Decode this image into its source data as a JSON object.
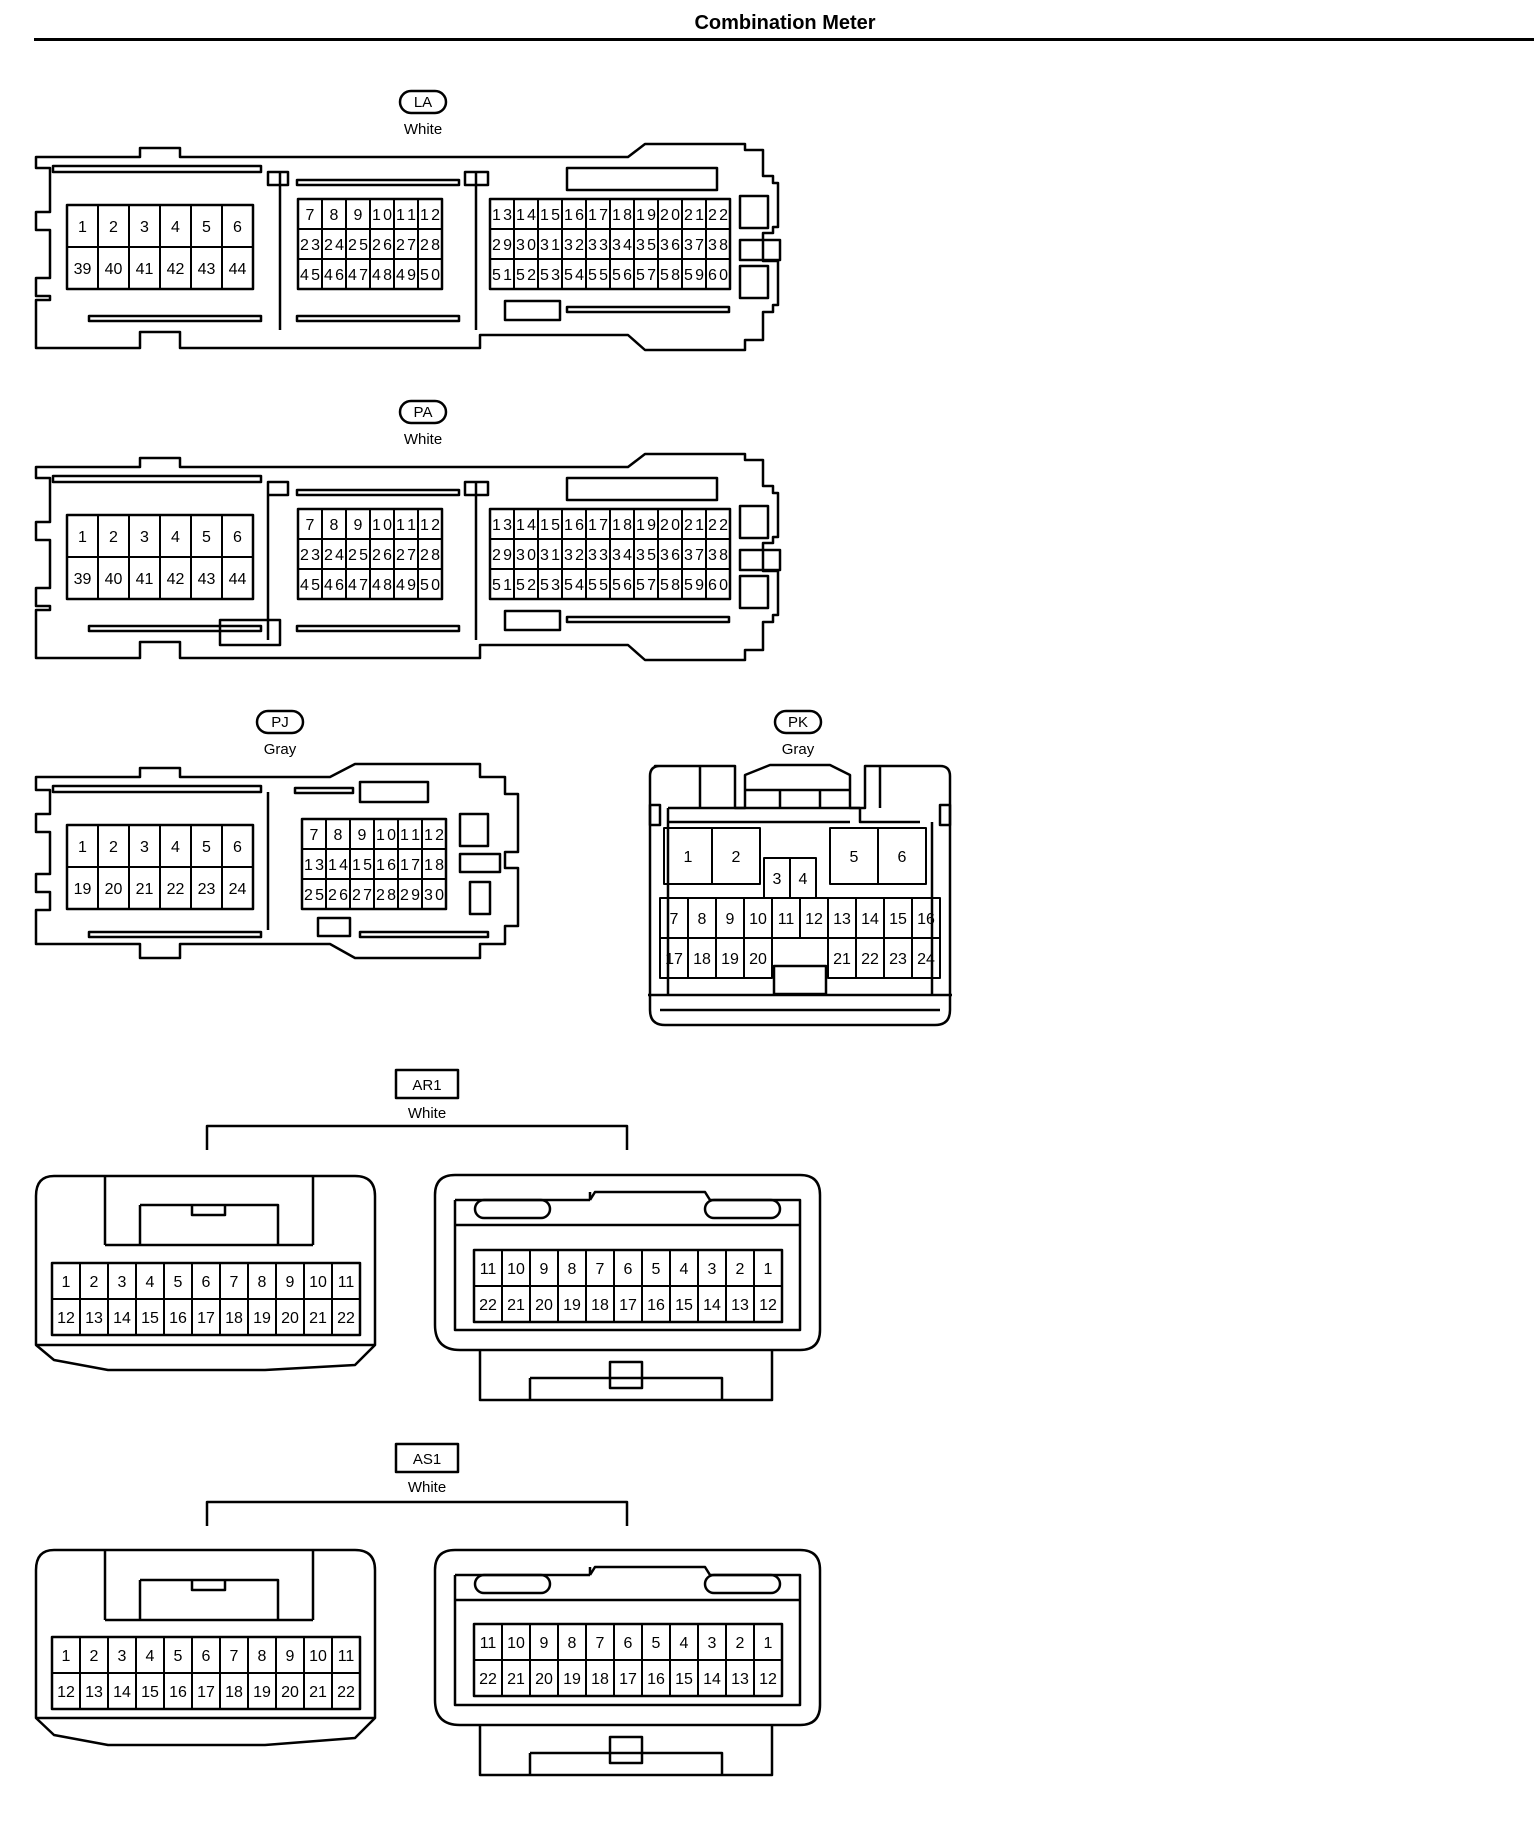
{
  "title": "Combination Meter",
  "connectors": [
    {
      "id": "la",
      "code": "LA",
      "color": "White"
    },
    {
      "id": "pa",
      "code": "PA",
      "color": "White"
    },
    {
      "id": "pj",
      "code": "PJ",
      "color": "Gray"
    },
    {
      "id": "pk",
      "code": "PK",
      "color": "Gray"
    },
    {
      "id": "ar1",
      "code": "AR1",
      "color": "White"
    },
    {
      "id": "as1",
      "code": "AS1",
      "color": "White"
    }
  ],
  "pin_blocks": {
    "la_left": [
      [
        "1",
        "2",
        "3",
        "4",
        "5",
        "6"
      ],
      [
        "39",
        "40",
        "41",
        "42",
        "43",
        "44"
      ]
    ],
    "la_mid": [
      [
        "7",
        "8",
        "9",
        "10",
        "11",
        "12"
      ],
      [
        "23",
        "24",
        "25",
        "26",
        "27",
        "28"
      ],
      [
        "45",
        "46",
        "47",
        "48",
        "49",
        "50"
      ]
    ],
    "la_right": [
      [
        "13",
        "14",
        "15",
        "16",
        "17",
        "18",
        "19",
        "20",
        "21",
        "22"
      ],
      [
        "29",
        "30",
        "31",
        "32",
        "33",
        "34",
        "35",
        "36",
        "37",
        "38"
      ],
      [
        "51",
        "52",
        "53",
        "54",
        "55",
        "56",
        "57",
        "58",
        "59",
        "60"
      ]
    ],
    "pa_left": [
      [
        "1",
        "2",
        "3",
        "4",
        "5",
        "6"
      ],
      [
        "39",
        "40",
        "41",
        "42",
        "43",
        "44"
      ]
    ],
    "pa_mid": [
      [
        "7",
        "8",
        "9",
        "10",
        "11",
        "12"
      ],
      [
        "23",
        "24",
        "25",
        "26",
        "27",
        "28"
      ],
      [
        "45",
        "46",
        "47",
        "48",
        "49",
        "50"
      ]
    ],
    "pa_right": [
      [
        "13",
        "14",
        "15",
        "16",
        "17",
        "18",
        "19",
        "20",
        "21",
        "22"
      ],
      [
        "29",
        "30",
        "31",
        "32",
        "33",
        "34",
        "35",
        "36",
        "37",
        "38"
      ],
      [
        "51",
        "52",
        "53",
        "54",
        "55",
        "56",
        "57",
        "58",
        "59",
        "60"
      ]
    ],
    "pj_left": [
      [
        "1",
        "2",
        "3",
        "4",
        "5",
        "6"
      ],
      [
        "19",
        "20",
        "21",
        "22",
        "23",
        "24"
      ]
    ],
    "pj_right": [
      [
        "7",
        "8",
        "9",
        "10",
        "11",
        "12"
      ],
      [
        "13",
        "14",
        "15",
        "16",
        "17",
        "18"
      ],
      [
        "25",
        "26",
        "27",
        "28",
        "29",
        "30"
      ]
    ],
    "ar1_a": [
      [
        "1",
        "2",
        "3",
        "4",
        "5",
        "6",
        "7",
        "8",
        "9",
        "10",
        "11"
      ],
      [
        "12",
        "13",
        "14",
        "15",
        "16",
        "17",
        "18",
        "19",
        "20",
        "21",
        "22"
      ]
    ],
    "ar1_b": [
      [
        "11",
        "10",
        "9",
        "8",
        "7",
        "6",
        "5",
        "4",
        "3",
        "2",
        "1"
      ],
      [
        "22",
        "21",
        "20",
        "19",
        "18",
        "17",
        "16",
        "15",
        "14",
        "13",
        "12"
      ]
    ],
    "as1_a": [
      [
        "1",
        "2",
        "3",
        "4",
        "5",
        "6",
        "7",
        "8",
        "9",
        "10",
        "11"
      ],
      [
        "12",
        "13",
        "14",
        "15",
        "16",
        "17",
        "18",
        "19",
        "20",
        "21",
        "22"
      ]
    ],
    "as1_b": [
      [
        "11",
        "10",
        "9",
        "8",
        "7",
        "6",
        "5",
        "4",
        "3",
        "2",
        "1"
      ],
      [
        "22",
        "21",
        "20",
        "19",
        "18",
        "17",
        "16",
        "15",
        "14",
        "13",
        "12"
      ]
    ]
  },
  "pk_pins": {
    "top": [
      "1",
      "2",
      "5",
      "6"
    ],
    "middle": [
      "3",
      "4"
    ],
    "row1": [
      "7",
      "8",
      "9",
      "10",
      "11",
      "12",
      "13",
      "14",
      "15",
      "16"
    ],
    "row2_left": [
      "17",
      "18",
      "19",
      "20"
    ],
    "row2_right": [
      "21",
      "22",
      "23",
      "24"
    ]
  }
}
